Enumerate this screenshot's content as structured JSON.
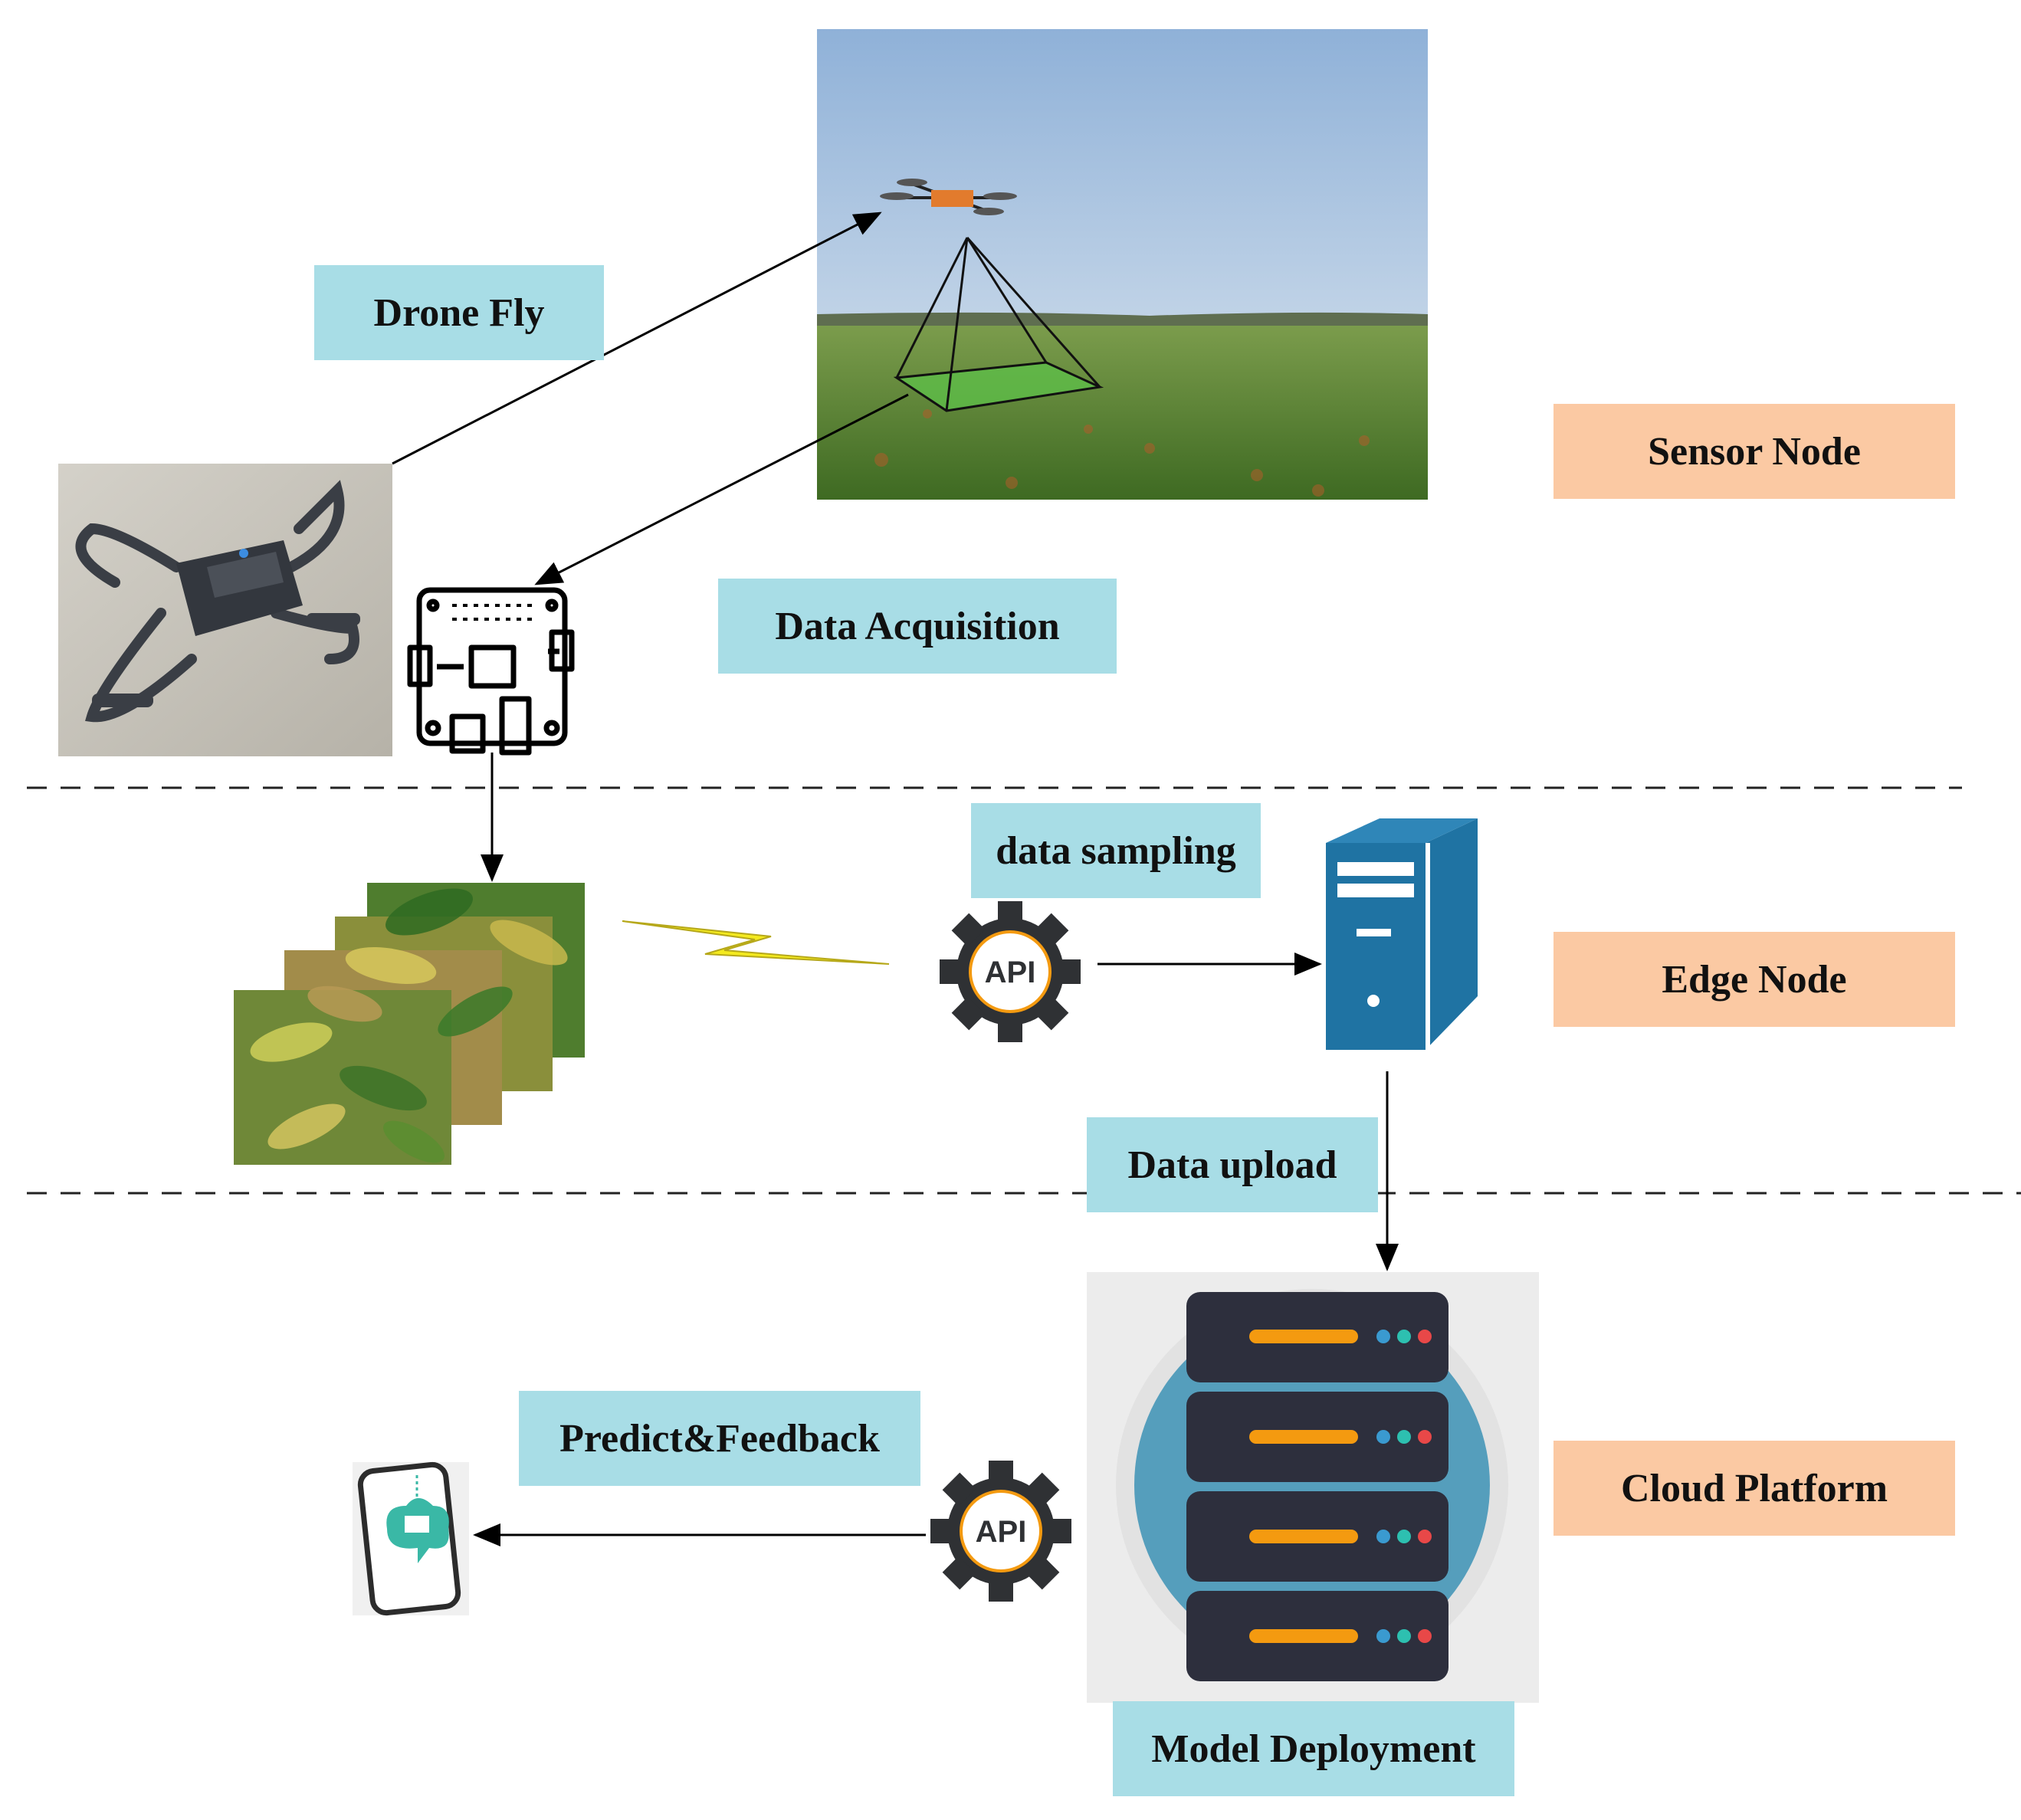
{
  "labels": {
    "drone_fly": "Drone Fly",
    "data_acquisition": "Data Acquisition",
    "data_sampling": "data sampling",
    "data_upload": "Data upload",
    "predict_feedback": "Predict&Feedback",
    "model_deployment": "Model Deployment"
  },
  "layers": {
    "sensor_node": "Sensor Node",
    "edge_node": "Edge Node",
    "cloud_platform": "Cloud Platform"
  },
  "api_badges": {
    "upper": "API",
    "lower": "API"
  },
  "colors": {
    "label_bg": "#a8dde6",
    "layer_bg": "#fbc9a3",
    "server_blue": "#1f73a3",
    "cloud_circle": "#559ebc",
    "server_dark": "#2d2f3d",
    "server_bar": "#f49a10",
    "bolt": "#f4ea1e"
  },
  "icons": {
    "drone_photo": "quadcopter-icon",
    "field_photo": "field-drone-photo",
    "controller_board": "circuit-board-icon",
    "leaf_images": "leaf-image-stack",
    "lightning": "lightning-bolt-icon",
    "edge_server": "tower-server-icon",
    "cloud_server": "server-rack-icon",
    "phone": "smartphone-icon"
  }
}
